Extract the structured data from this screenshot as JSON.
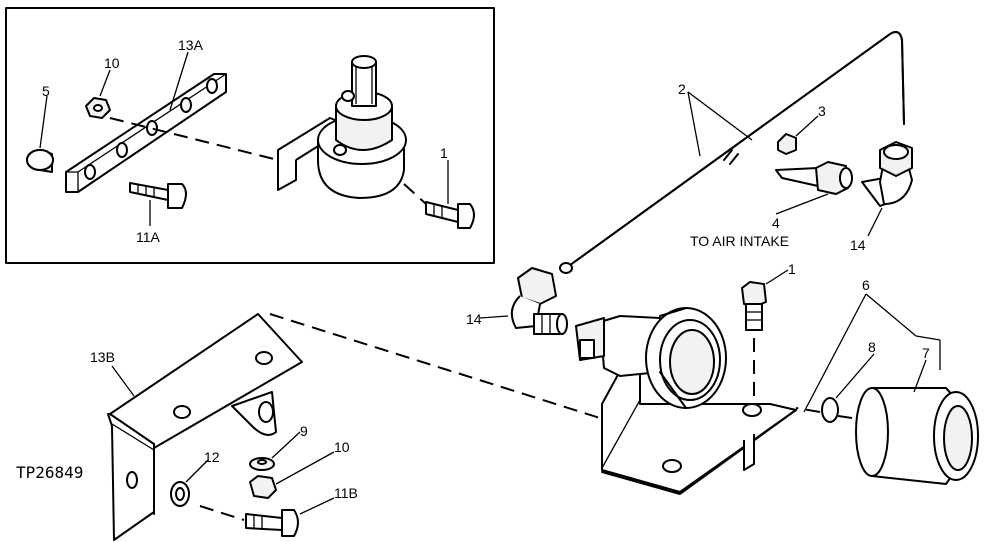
{
  "figure_ref": "TP26849",
  "annotation": "TO AIR INTAKE",
  "callouts": {
    "c1_inset": "1",
    "c1_main": "1",
    "c2": "2",
    "c3": "3",
    "c4": "4",
    "c5": "5",
    "c6": "6",
    "c7": "7",
    "c8": "8",
    "c9": "9",
    "c10_inset": "10",
    "c10_main": "10",
    "c11a": "11A",
    "c11b": "11B",
    "c12": "12",
    "c13a": "13A",
    "c13b": "13B",
    "c14_left": "14",
    "c14_right": "14"
  }
}
